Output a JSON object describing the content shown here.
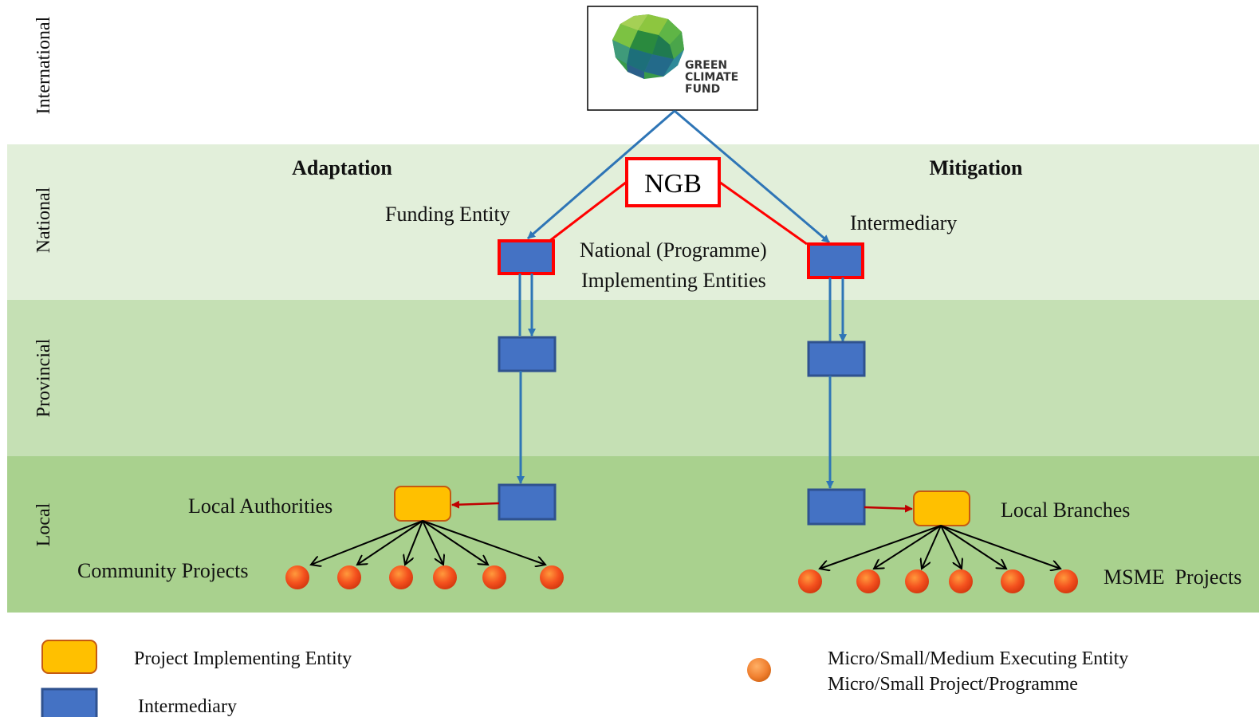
{
  "levels": {
    "international": "International",
    "national": "National",
    "provincial": "Provincial",
    "local": "Local"
  },
  "gcf_logo": {
    "line1": "GREEN",
    "line2": "CLIMATE",
    "line3": "FUND"
  },
  "ngb": "NGB",
  "adaptation": {
    "heading": "Adaptation",
    "funding_entity": "Funding Entity",
    "local_authorities": "Local Authorities",
    "community_projects": "Community Projects"
  },
  "mitigation": {
    "heading": "Mitigation",
    "intermediary": "Intermediary",
    "local_branches": "Local Branches",
    "msme_projects": "MSME  Projects"
  },
  "national_implementing": {
    "line1": "National (Programme)",
    "line2": "Implementing Entities"
  },
  "legend": {
    "project_implementing_entity": "Project Implementing Entity",
    "intermediary": "Intermediary",
    "executing_line1": "Micro/Small/Medium Executing Entity",
    "executing_line2": "Micro/Small Project/Programme"
  },
  "colors": {
    "band_national": "#e2efda",
    "band_provincial": "#c5e0b4",
    "band_local": "#a9d18e",
    "intermediary_fill": "#4472c4",
    "intermediary_border": "#2f528f",
    "ngb_border": "#ff0000",
    "pie_fill": "#ffc000",
    "pie_border": "#c55a11",
    "arrow_blue": "#2e75b6",
    "arrow_red": "#c00000",
    "dot_fill": "#f4511e"
  }
}
